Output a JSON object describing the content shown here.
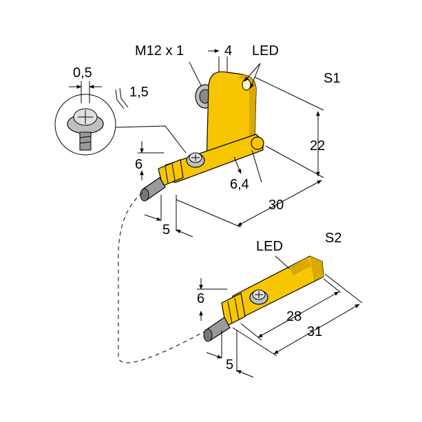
{
  "labels": {
    "thread": "M12 x 1",
    "dim_4": "4",
    "led_top": "LED",
    "s1": "S1",
    "dim_0_5": "0,5",
    "dim_1_5": "1,5",
    "dim_22": "22",
    "dim_6_top": "6",
    "dim_6_4": "6,4",
    "dim_30": "30",
    "dim_5_top": "5",
    "led_bottom": "LED",
    "s2": "S2",
    "dim_6_bottom": "6",
    "dim_28": "28",
    "dim_31": "31",
    "dim_5_bottom": "5"
  },
  "colors": {
    "housing": "#f7c600",
    "metal": "#bfbfbf"
  }
}
